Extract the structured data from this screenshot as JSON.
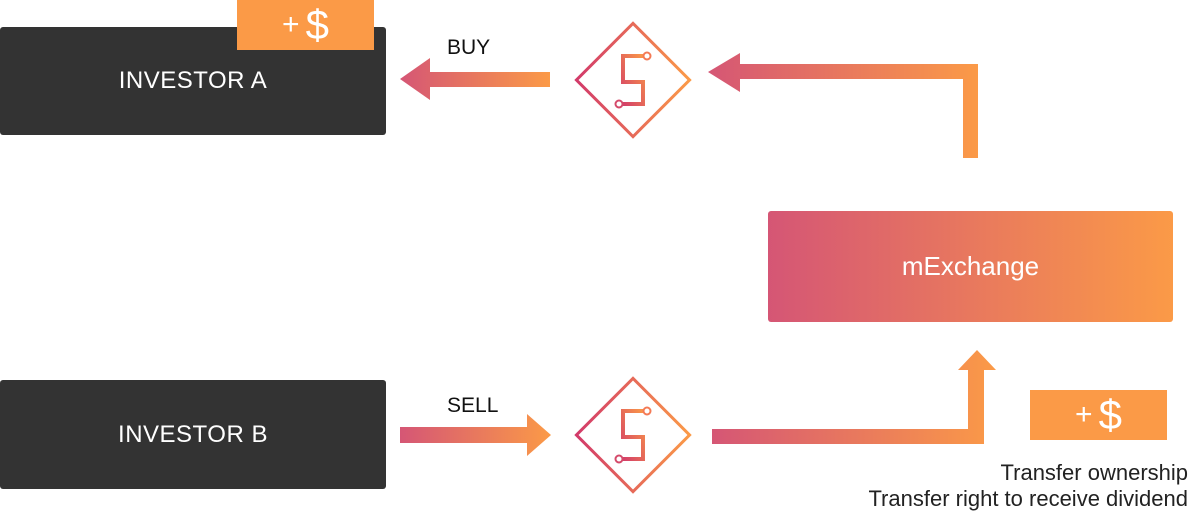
{
  "investor_a": {
    "label": "INVESTOR A"
  },
  "investor_b": {
    "label": "INVESTOR B"
  },
  "badge_a": {
    "plus": "+",
    "dollar": "$"
  },
  "badge_b": {
    "plus": "+",
    "dollar": "$"
  },
  "exchange": {
    "label": "mExchange"
  },
  "flows": {
    "buy_label": "BUY",
    "sell_label": "SELL"
  },
  "captions": {
    "line1": "Transfer ownership",
    "line2": "Transfer right to receive dividend"
  },
  "colors": {
    "gradient_start": "#d55675",
    "gradient_end": "#fb9a47",
    "dark_box": "#333333"
  },
  "icons": {
    "token": "token-diamond-icon"
  }
}
